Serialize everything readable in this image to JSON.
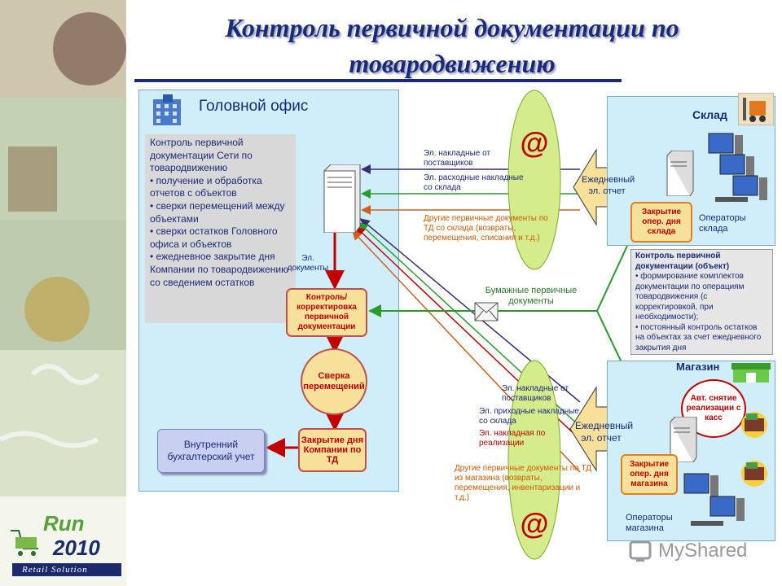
{
  "title": {
    "line1": "Контроль первичной документации по",
    "line2": "товародвижению"
  },
  "office": {
    "label": "Головной офис",
    "control_box": {
      "heading": "Контроль первичной документации Сети по товародвижению",
      "items": [
        "получение и обработка отчетов с объектов",
        "сверки перемещений между объектами",
        "сверки остатков Головного офиса и объектов",
        "ежедневное закрытие дня Компании по товародвижению со сведением остатков"
      ]
    },
    "el_docs_label": "Эл. документы",
    "step_control": "Контроль/ корректировка первичной документации",
    "step_sverka": "Сверка перемещений",
    "step_closing": "Закрытие дня Компании по ТД",
    "accounting": "Внутренний бухгалтерский учет"
  },
  "warehouse": {
    "label": "Склад",
    "daily_report": "Ежедневный эл. отчет",
    "closing": "Закрытие опер. дня склада",
    "operators": "Операторы склада",
    "flows": {
      "supplier_invoices": "Эл. накладные от поставщиков",
      "expense_invoices": "Эл. расходные накладные со склада",
      "other_docs": "Другие первичные документы по ТД со склада (возвраты, перемещения, списания и т.д.)"
    }
  },
  "object_control": {
    "heading": "Контроль первичной документации (объект)",
    "items": [
      "формирование комплектов документации по операциям товародвижения (с корректировкой, при необходимости);",
      "постоянный контроль остатков на объектах за счет ежедневного закрытия дня"
    ]
  },
  "paper_docs": "Бумажные первичные документы",
  "email_symbol": "@",
  "shop": {
    "label": "Магазин",
    "daily_report": "Ежедневный эл. отчет",
    "closing": "Закрытие опер. дня магазина",
    "auto_sales": "Авт. снятие реализации с касс",
    "operators": "Операторы магазина",
    "flows": {
      "supplier_invoices": "Эл. накладные от поставщиков",
      "incoming_invoices": "Эл. приходные накладные со склада",
      "sales_invoice": "Эл. накладная по реализации",
      "other_docs": "Другие первичные документы по ТД из магазина (возвраты, перемещения, инвентаризации и т.д.)"
    }
  },
  "logo": {
    "word": "Run",
    "year": "2010",
    "tagline": "Retail Solution"
  },
  "watermark": "MyShared",
  "colors": {
    "title": "#1a2a7a",
    "panel_bg": "#cfeefa",
    "step_fill": "#f7e19a",
    "step_border": "#c0504d",
    "red_arrow": "#c00000",
    "green_arrow": "#2a9a2a",
    "email_ellipse": "#d4ec8c"
  }
}
